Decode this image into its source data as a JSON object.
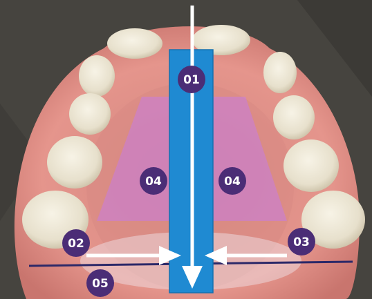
{
  "image": {
    "subject": "dental-arch-occlusal-view",
    "colors": {
      "background": "#46443f",
      "gum": "#e2928c",
      "tooth": "#ebe6d6",
      "palate_zone": "#c77be2",
      "center_bar": "#1f8ad2",
      "arrow": "#ffffff",
      "badge": "#4b2d76",
      "baseline": "#2b2868"
    }
  },
  "labels": {
    "midline": "01",
    "left_arrow": "02",
    "right_arrow": "03",
    "left_zone": "04",
    "right_zone": "04",
    "baseline": "05"
  }
}
